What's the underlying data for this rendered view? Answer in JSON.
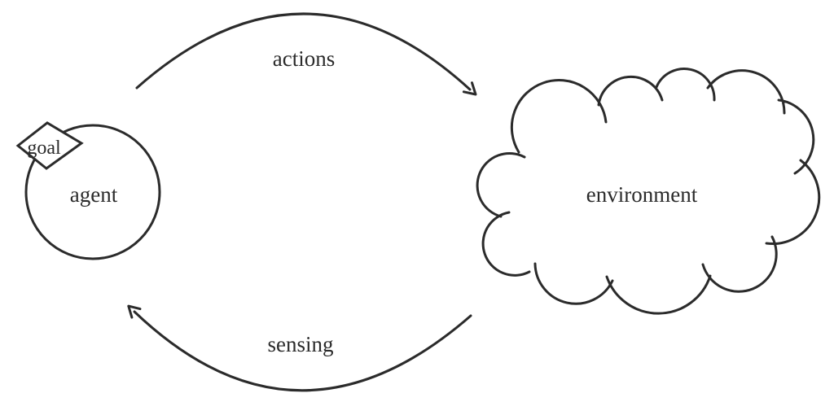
{
  "canvas": {
    "background": "#ffffff",
    "stroke_color": "#2b2b2b",
    "text_color": "#2b2b2b"
  },
  "diagram": {
    "nodes": {
      "agent": {
        "label": "agent",
        "shape": "circle"
      },
      "goal": {
        "label": "goal",
        "shape": "diamond",
        "attached_to": "agent"
      },
      "environment": {
        "label": "environment",
        "shape": "cloud"
      }
    },
    "edges": {
      "actions": {
        "label": "actions",
        "from": "agent",
        "to": "environment",
        "position": "top",
        "direction": "left-to-right"
      },
      "sensing": {
        "label": "sensing",
        "from": "environment",
        "to": "agent",
        "position": "bottom",
        "direction": "right-to-left"
      }
    }
  }
}
